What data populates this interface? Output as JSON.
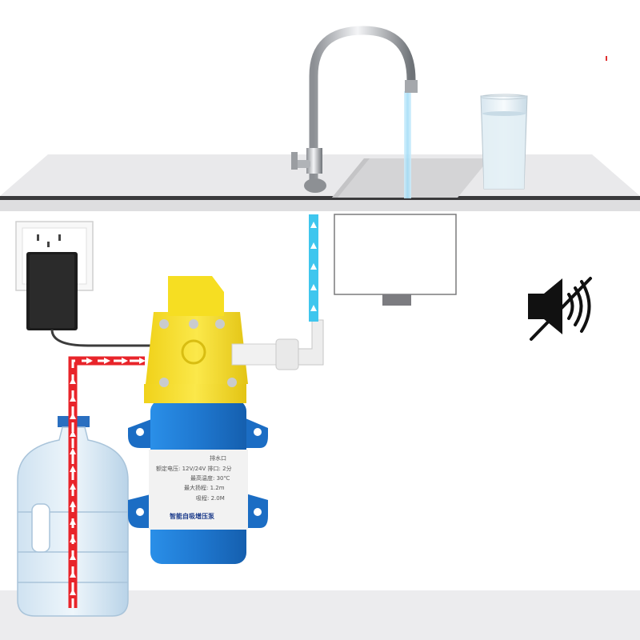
{
  "pump_label": {
    "row1": "排水口",
    "row2": "额定电压: 12V/24V   排口: 2分",
    "row3": "最高温度: 30℃",
    "row4": "最大扬程: 1.2m",
    "row5": "吸程: 2.0M",
    "title": "智能自吸增压泵"
  },
  "colors": {
    "inlet_flow": "#e8242a",
    "outlet_flow": "#3fc6ee",
    "pump_body": "#1f7dd4",
    "pump_head": "#f4df20",
    "counter": "#e7e7e9"
  },
  "icons": [
    "power-socket-icon",
    "power-adapter-icon",
    "mute-speaker-icon",
    "flow-arrow-icon"
  ]
}
